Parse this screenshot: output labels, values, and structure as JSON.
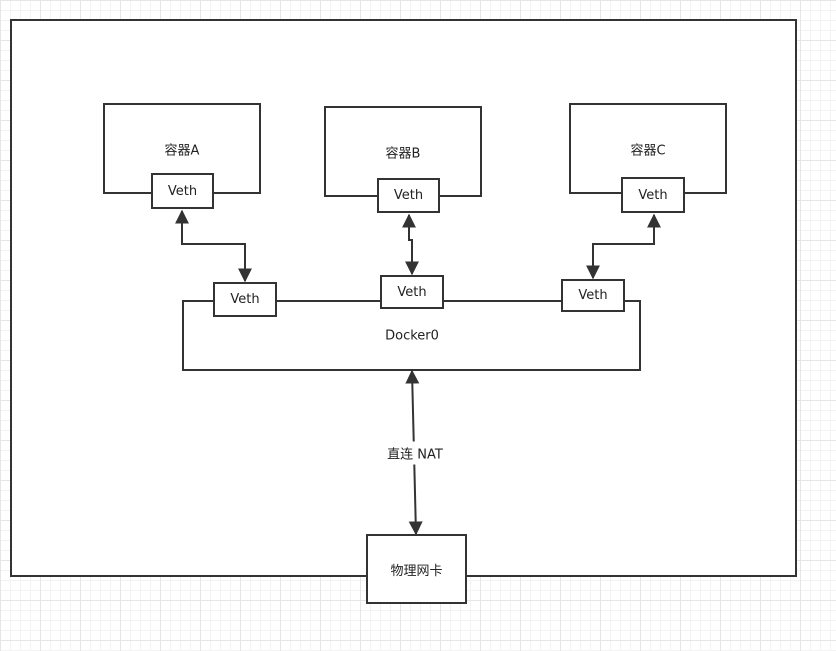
{
  "host": {
    "containers": [
      {
        "id": "a",
        "label": "容器A",
        "veth_label": "Veth"
      },
      {
        "id": "b",
        "label": "容器B",
        "veth_label": "Veth"
      },
      {
        "id": "c",
        "label": "容器C",
        "veth_label": "Veth"
      }
    ],
    "bridge": {
      "label": "Docker0",
      "veths": [
        {
          "id": "a",
          "label": "Veth"
        },
        {
          "id": "b",
          "label": "Veth"
        },
        {
          "id": "c",
          "label": "Veth"
        }
      ]
    },
    "uplink_label": "直连 NAT",
    "nic_label": "物理网卡"
  },
  "colors": {
    "stroke": "#333333",
    "grid": "#e6e6e6",
    "background": "#ffffff"
  }
}
